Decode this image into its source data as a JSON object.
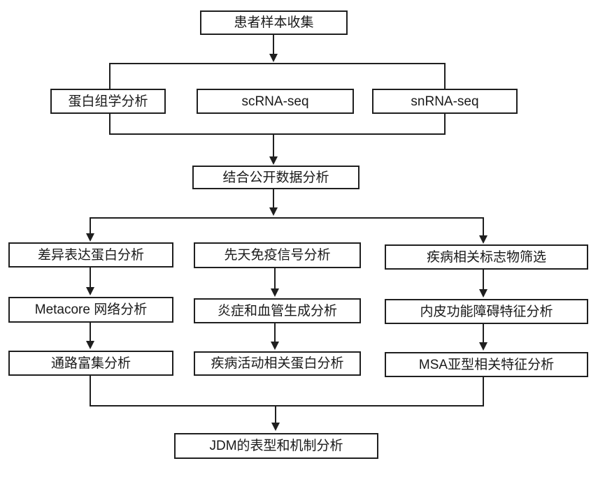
{
  "diagram": {
    "type": "flowchart",
    "colors": {
      "line": "#1f1f1f",
      "box_fill": "#ffffff",
      "text": "#1a1a1a",
      "background": "#ffffff"
    },
    "nodes": {
      "collect": {
        "label": "患者样本收集"
      },
      "proteomics": {
        "label": "蛋白组学分析"
      },
      "scrna": {
        "label": "scRNA-seq"
      },
      "snrna": {
        "label": "snRNA-seq"
      },
      "public_data": {
        "label": "结合公开数据分析"
      },
      "dep": {
        "label": "差异表达蛋白分析"
      },
      "metacore": {
        "label": "Metacore 网络分析"
      },
      "pathway": {
        "label": "通路富集分析"
      },
      "innate": {
        "label": "先天免疫信号分析"
      },
      "inflammation": {
        "label": "炎症和血管生成分析"
      },
      "disease_activity": {
        "label": "疾病活动相关蛋白分析"
      },
      "markers": {
        "label": "疾病相关标志物筛选"
      },
      "endothelial": {
        "label": "内皮功能障碍特征分析"
      },
      "msa": {
        "label": "MSA亚型相关特征分析"
      },
      "jdm": {
        "label": "JDM的表型和机制分析"
      }
    }
  }
}
